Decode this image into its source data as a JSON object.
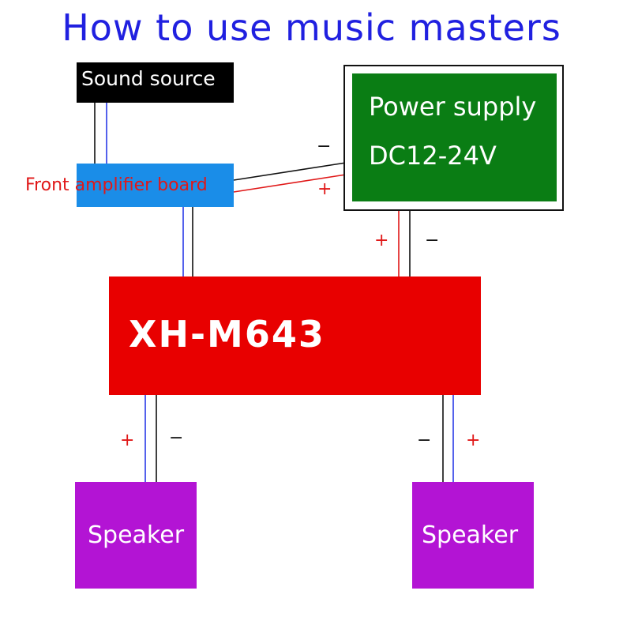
{
  "title": "How to use music masters",
  "sound_source": "Sound source",
  "front_board": "Front amplifier board",
  "power_supply": {
    "line1": "Power supply",
    "line2": "DC12-24V"
  },
  "amplifier": "XH-M643",
  "speakers": {
    "left": "Speaker",
    "right": "Speaker"
  },
  "polarity": {
    "plus": "+",
    "minus": "−"
  },
  "colors": {
    "title": "#2020e0",
    "wire_black": "#111111",
    "wire_blue": "#2a3ae8",
    "wire_red": "#e01818",
    "power_green": "#0a7d14",
    "amp_red": "#e80000",
    "board_blue": "#1a8de8",
    "speaker_purple": "#b314d4"
  }
}
